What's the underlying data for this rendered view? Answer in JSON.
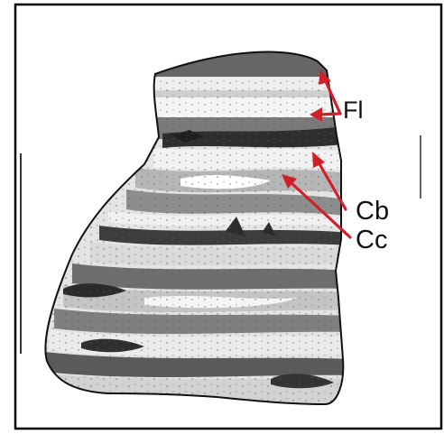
{
  "labels": {
    "fl": "Fl",
    "cb": "Cb",
    "cc": "Cc"
  },
  "colors": {
    "frame": "#000000",
    "arrow": "#d0202a",
    "rock_light": "#e4e4e4",
    "rock_mid": "#a9a9a9",
    "rock_dark": "#3e3e3e",
    "background": "#ffffff"
  }
}
